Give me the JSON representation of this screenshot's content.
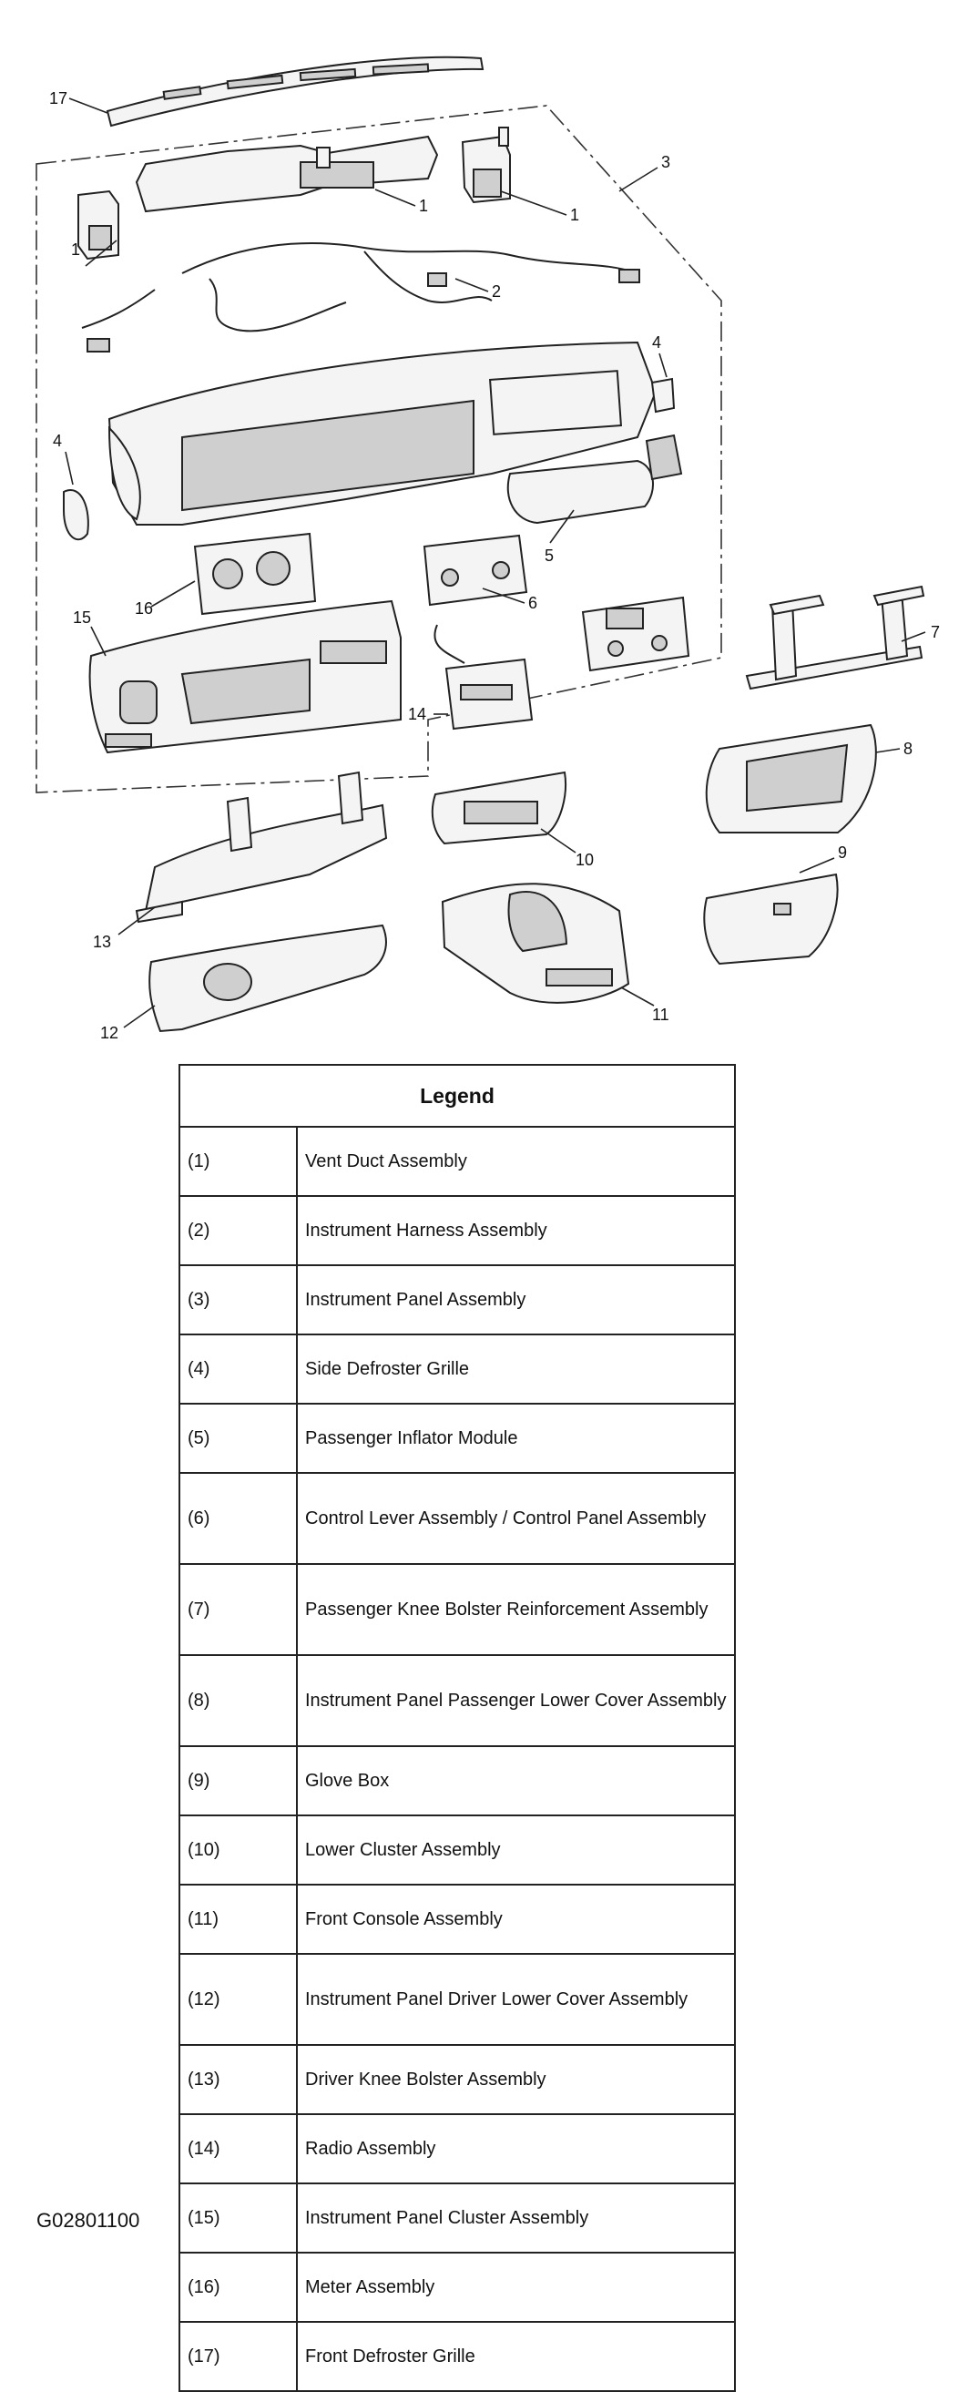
{
  "callouts": [
    "17",
    "1",
    "1",
    "3",
    "1",
    "2",
    "4",
    "4",
    "5",
    "16",
    "6",
    "15",
    "7",
    "14",
    "8",
    "10",
    "9",
    "13",
    "11",
    "12"
  ],
  "legend": {
    "title": "Legend",
    "rows": [
      {
        "num": "(1)",
        "desc": "Vent Duct Assembly"
      },
      {
        "num": "(2)",
        "desc": "Instrument Harness Assembly"
      },
      {
        "num": "(3)",
        "desc": "Instrument Panel Assembly"
      },
      {
        "num": "(4)",
        "desc": "Side Defroster Grille"
      },
      {
        "num": "(5)",
        "desc": "Passenger Inflator Module"
      },
      {
        "num": "(6)",
        "desc": "Control Lever Assembly / Control Panel Assembly"
      },
      {
        "num": "(7)",
        "desc": "Passenger Knee Bolster Reinforcement Assembly"
      },
      {
        "num": "(8)",
        "desc": "Instrument Panel Passenger Lower Cover Assembly"
      },
      {
        "num": "(9)",
        "desc": "Glove Box"
      },
      {
        "num": "(10)",
        "desc": "Lower Cluster Assembly"
      },
      {
        "num": "(11)",
        "desc": "Front Console Assembly"
      },
      {
        "num": "(12)",
        "desc": "Instrument Panel Driver Lower Cover Assembly"
      },
      {
        "num": "(13)",
        "desc": "Driver Knee Bolster Assembly"
      },
      {
        "num": "(14)",
        "desc": "Radio Assembly"
      },
      {
        "num": "(15)",
        "desc": "Instrument Panel Cluster Assembly"
      },
      {
        "num": "(16)",
        "desc": "Meter Assembly"
      },
      {
        "num": "(17)",
        "desc": "Front Defroster Grille"
      }
    ]
  },
  "figure_code": "G02801100"
}
